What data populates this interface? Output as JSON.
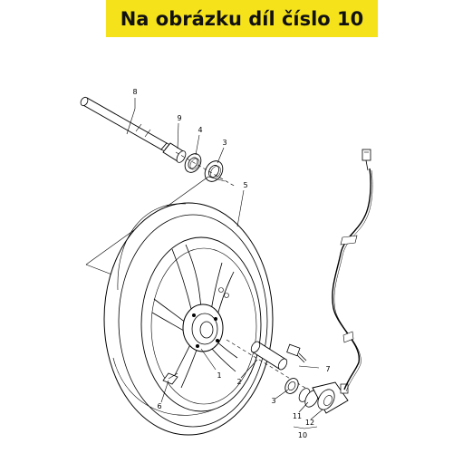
{
  "banner": {
    "text": "Na obrázku díl číslo 10",
    "background": "#f5e21b"
  },
  "callouts": {
    "c1": "1",
    "c2": "2",
    "c3a": "3",
    "c3b": "3",
    "c4": "4",
    "c5": "5",
    "c6": "6",
    "c7": "7",
    "c8": "8",
    "c9": "9",
    "c10": "10",
    "c11": "11",
    "c12": "12"
  }
}
